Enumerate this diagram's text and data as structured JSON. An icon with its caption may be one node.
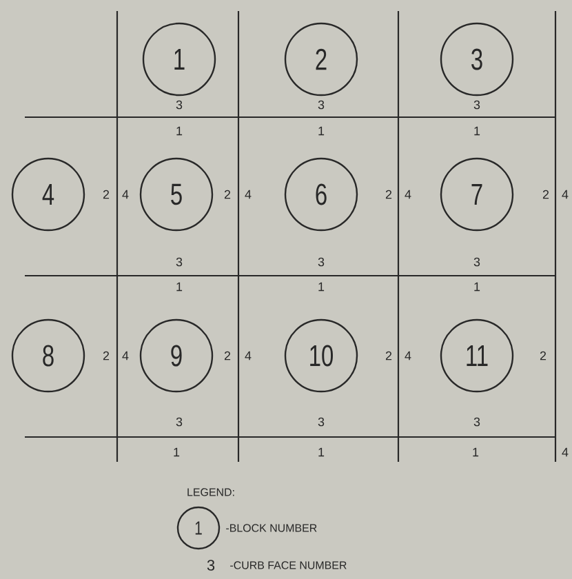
{
  "diagram": {
    "nodes": [
      {
        "text": [
          "1"
        ]
      },
      {
        "text": [
          "2"
        ]
      },
      {
        "text": [
          "3"
        ]
      },
      {
        "text": [
          "4"
        ]
      },
      {
        "text": [
          "5"
        ]
      },
      {
        "text": [
          "6"
        ]
      },
      {
        "text": [
          "7"
        ]
      },
      {
        "text": [
          "8"
        ]
      },
      {
        "text": [
          "9"
        ]
      },
      {
        "text": [
          "10"
        ]
      },
      {
        "text": [
          "11"
        ]
      },
      {
        "text": [
          "1"
        ]
      }
    ],
    "labels": [
      "3",
      "3",
      "3",
      "1",
      "1",
      "1",
      "2",
      "4",
      "2",
      "4",
      "2",
      "4",
      "2",
      "4",
      "3",
      "3",
      "3",
      "1",
      "1",
      "1",
      "2",
      "4",
      "2",
      "4",
      "2",
      "4",
      "2",
      "3",
      "3",
      "3",
      "1",
      "1",
      "1",
      "4",
      "LEGEND:",
      "3"
    ],
    "legend": [
      {
        "text": "-BLOCK NUMBER"
      },
      {
        "text": "-CURB FACE NUMBER"
      }
    ]
  }
}
